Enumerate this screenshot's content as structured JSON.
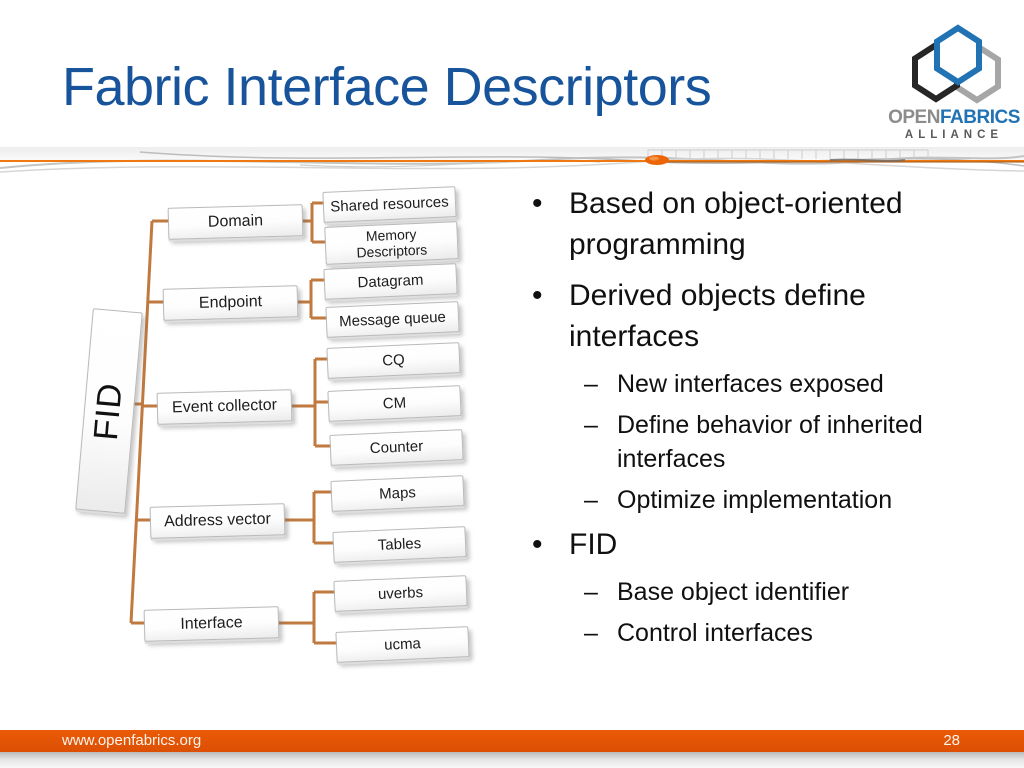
{
  "header": {
    "title": "Fabric Interface Descriptors"
  },
  "logo": {
    "open": "OPEN",
    "fabrics": "FABRICS",
    "alliance": "ALLIANCE"
  },
  "colors": {
    "title_blue": "#17549b",
    "footer_orange": "#e05206",
    "connector_orange": "#c0793f",
    "logo_hex_blue": "#2173b4",
    "logo_hex_black": "#262626",
    "logo_hex_gray": "#a6a6a6"
  },
  "diagram": {
    "root_label": "FID",
    "branches": [
      {
        "label": "Domain",
        "children": [
          "Shared resources",
          "Memory Descriptors"
        ]
      },
      {
        "label": "Endpoint",
        "children": [
          "Datagram",
          "Message queue"
        ]
      },
      {
        "label": "Event collector",
        "children": [
          "CQ",
          "CM",
          "Counter"
        ]
      },
      {
        "label": "Address vector",
        "children": [
          "Maps",
          "Tables"
        ]
      },
      {
        "label": "Interface",
        "children": [
          "uverbs",
          "ucma"
        ]
      }
    ]
  },
  "bullets": [
    {
      "marker": "•",
      "text": "Based on object-oriented programming"
    },
    {
      "marker": "•",
      "text": "Derived objects define interfaces"
    },
    {
      "marker": "–",
      "text": "New interfaces exposed"
    },
    {
      "marker": "–",
      "text": "Define behavior of inherited interfaces"
    },
    {
      "marker": "–",
      "text": "Optimize implementation"
    },
    {
      "marker": "•",
      "text": "FID"
    },
    {
      "marker": "–",
      "text": "Base object identifier"
    },
    {
      "marker": "–",
      "text": "Control interfaces"
    }
  ],
  "footer": {
    "url": "www.openfabrics.org",
    "page_number": "28"
  }
}
